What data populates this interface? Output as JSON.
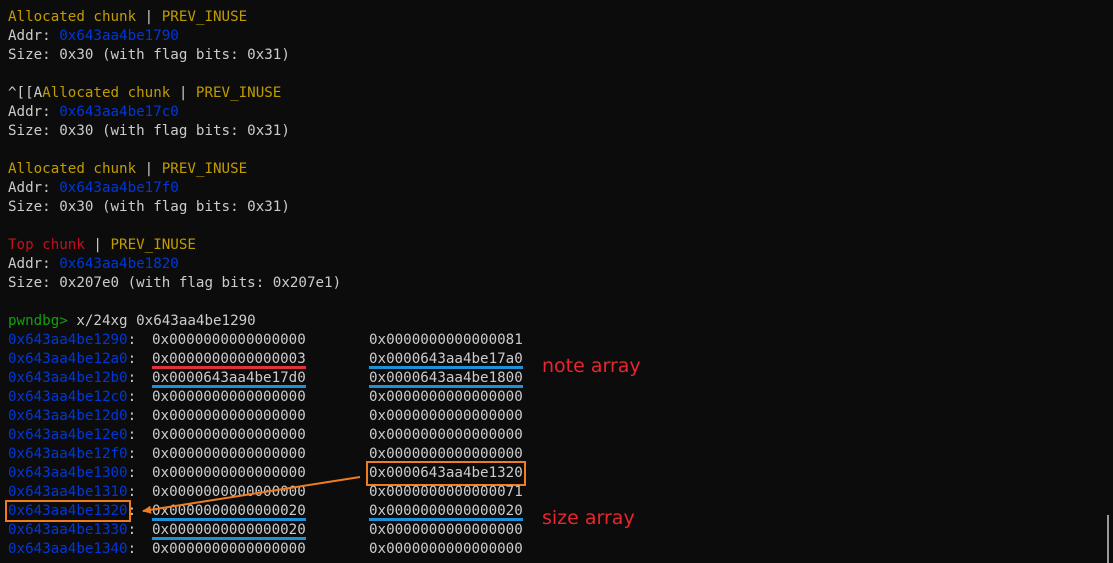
{
  "chunks": [
    {
      "prefix": "",
      "type": "Allocated chunk",
      "type_color": "yellow",
      "sep": " | ",
      "flag": "PREV_INUSE",
      "addr_label": "Addr: ",
      "addr": "0x643aa4be1790",
      "size_line": "Size: 0x30 (with flag bits: 0x31)"
    },
    {
      "prefix": "^[[A",
      "type": "Allocated chunk",
      "type_color": "yellow",
      "sep": " | ",
      "flag": "PREV_INUSE",
      "addr_label": "Addr: ",
      "addr": "0x643aa4be17c0",
      "size_line": "Size: 0x30 (with flag bits: 0x31)"
    },
    {
      "prefix": "",
      "type": "Allocated chunk",
      "type_color": "yellow",
      "sep": " | ",
      "flag": "PREV_INUSE",
      "addr_label": "Addr: ",
      "addr": "0x643aa4be17f0",
      "size_line": "Size: 0x30 (with flag bits: 0x31)"
    },
    {
      "prefix": "",
      "type": "Top chunk",
      "type_color": "red",
      "sep": " | ",
      "flag": "PREV_INUSE",
      "addr_label": "Addr: ",
      "addr": "0x643aa4be1820",
      "size_line": "Size: 0x207e0 (with flag bits: 0x207e1)"
    }
  ],
  "prompt": {
    "text": "pwndbg>",
    "command": " x/24xg 0x643aa4be1290"
  },
  "dump": [
    {
      "addr": "0x643aa4be1290",
      "v1": "0x0000000000000000",
      "v2": "0x0000000000000081",
      "u1": "",
      "u2": "",
      "box_addr": false,
      "box_v2": false
    },
    {
      "addr": "0x643aa4be12a0",
      "v1": "0x0000000000000003",
      "v2": "0x0000643aa4be17a0",
      "u1": "red",
      "u2": "blue",
      "box_addr": false,
      "box_v2": false
    },
    {
      "addr": "0x643aa4be12b0",
      "v1": "0x0000643aa4be17d0",
      "v2": "0x0000643aa4be1800",
      "u1": "blue",
      "u2": "blue",
      "box_addr": false,
      "box_v2": false
    },
    {
      "addr": "0x643aa4be12c0",
      "v1": "0x0000000000000000",
      "v2": "0x0000000000000000",
      "u1": "",
      "u2": "",
      "box_addr": false,
      "box_v2": false
    },
    {
      "addr": "0x643aa4be12d0",
      "v1": "0x0000000000000000",
      "v2": "0x0000000000000000",
      "u1": "",
      "u2": "",
      "box_addr": false,
      "box_v2": false
    },
    {
      "addr": "0x643aa4be12e0",
      "v1": "0x0000000000000000",
      "v2": "0x0000000000000000",
      "u1": "",
      "u2": "",
      "box_addr": false,
      "box_v2": false
    },
    {
      "addr": "0x643aa4be12f0",
      "v1": "0x0000000000000000",
      "v2": "0x0000000000000000",
      "u1": "",
      "u2": "",
      "box_addr": false,
      "box_v2": false
    },
    {
      "addr": "0x643aa4be1300",
      "v1": "0x0000000000000000",
      "v2": "0x0000643aa4be1320",
      "u1": "",
      "u2": "",
      "box_addr": false,
      "box_v2": true
    },
    {
      "addr": "0x643aa4be1310",
      "v1": "0x0000000000000000",
      "v2": "0x0000000000000071",
      "u1": "",
      "u2": "",
      "box_addr": false,
      "box_v2": false
    },
    {
      "addr": "0x643aa4be1320",
      "v1": "0x0000000000000020",
      "v2": "0x0000000000000020",
      "u1": "blue",
      "u2": "blue",
      "box_addr": true,
      "box_v2": false
    },
    {
      "addr": "0x643aa4be1330",
      "v1": "0x0000000000000020",
      "v2": "0x0000000000000000",
      "u1": "blue",
      "u2": "",
      "box_addr": false,
      "box_v2": false
    },
    {
      "addr": "0x643aa4be1340",
      "v1": "0x0000000000000000",
      "v2": "0x0000000000000000",
      "u1": "",
      "u2": "",
      "box_addr": false,
      "box_v2": false
    }
  ],
  "annotations": {
    "note_array": "note array",
    "size_array": "size array"
  },
  "colors": {
    "yellow": "#c19c00",
    "red": "#c50f1f",
    "blue": "#0037da",
    "green": "#13a10e",
    "annotation": "#e8262f",
    "arrow": "#f07c20",
    "underline_blue": "#1e90d8",
    "underline_red": "#e0303a"
  }
}
